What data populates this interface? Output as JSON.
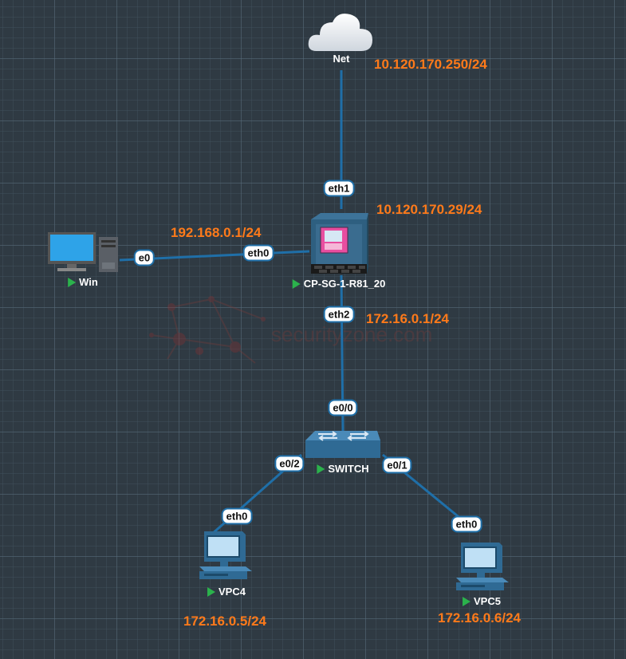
{
  "nodes": {
    "net": {
      "label": "Net"
    },
    "firewall": {
      "label": "CP-SG-1-R81_20",
      "status": "running"
    },
    "win": {
      "label": "Win",
      "status": "running"
    },
    "switch": {
      "label": "SWITCH",
      "status": "running"
    },
    "vpc4": {
      "label": "VPC4",
      "status": "running"
    },
    "vpc5": {
      "label": "VPC5",
      "status": "running"
    }
  },
  "ports": {
    "fw_eth1": "eth1",
    "fw_eth0": "eth0",
    "fw_eth2": "eth2",
    "win_e0": "e0",
    "sw_e0_0": "e0/0",
    "sw_e0_2": "e0/2",
    "sw_e0_1": "e0/1",
    "vpc4_eth0": "eth0",
    "vpc5_eth0": "eth0"
  },
  "addresses": {
    "net_ip": "10.120.170.250/24",
    "fw_eth1_ip": "10.120.170.29/24",
    "fw_eth0_ip": "192.168.0.1/24",
    "fw_eth2_ip": "172.16.0.1/24",
    "vpc4_ip": "172.16.0.5/24",
    "vpc5_ip": "172.16.0.6/24"
  },
  "watermark": "securityzone.com",
  "colors": {
    "link": "#1f6fa8",
    "ip_label": "#ff7a1a",
    "status_running": "#2bb24c",
    "background": "#2f3a43"
  }
}
